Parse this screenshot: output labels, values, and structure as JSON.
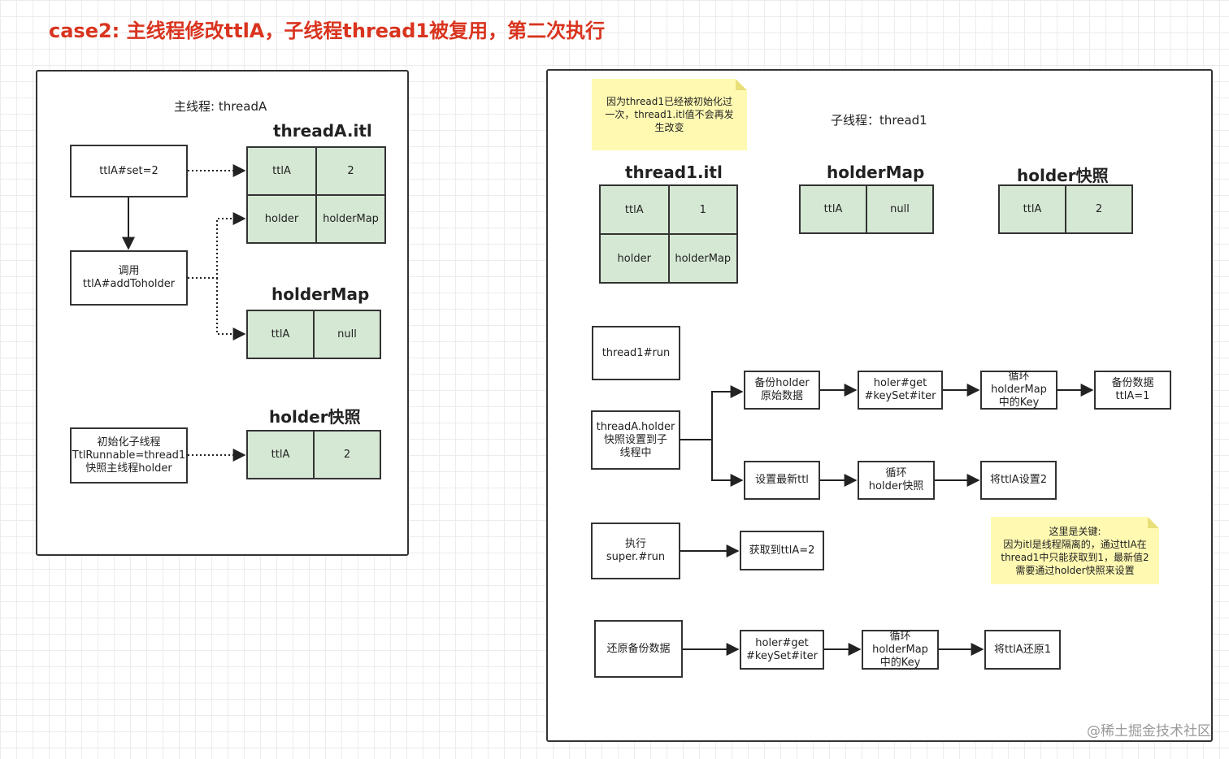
{
  "title": "case2: 主线程修改ttlA，子线程thread1被复用，第二次执行",
  "left": {
    "panel_label": "主线程: threadA",
    "itl": {
      "title": "threadA.itl",
      "cells": [
        "ttlA",
        "2",
        "holder",
        "holderMap"
      ]
    },
    "holder_map": {
      "title": "holderMap",
      "cells": [
        "ttlA",
        "null"
      ]
    },
    "snapshot": {
      "title": "holder快照",
      "cells": [
        "ttlA",
        "2"
      ]
    },
    "boxes": {
      "set": "ttlA#set=2",
      "add_to_holder": "调用\nttlA#addToholder",
      "init_child": "初始化子线程\nTtlRunnable=thread1\n快照主线程holder"
    }
  },
  "right": {
    "panel_label": "子线程：thread1",
    "note_top": "因为thread1已经被初始化过\n一次，thread1.itl值不会再发\n生改变",
    "itl": {
      "title": "thread1.itl",
      "cells": [
        "ttlA",
        "1",
        "holder",
        "holderMap"
      ]
    },
    "holder_map": {
      "title": "holderMap",
      "cells": [
        "ttlA",
        "null"
      ]
    },
    "snapshot": {
      "title": "holder快照",
      "cells": [
        "ttlA",
        "2"
      ]
    },
    "boxes": {
      "run": "thread1#run",
      "set_snapshot": "threadA.holder\n快照设置到子\n线程中",
      "backup_holder": "备份holder\n原始数据",
      "holer_get_1": "holer#get\n#keySet#iter",
      "loop_map_1": "循环\nholderMap\n中的Key",
      "backup_data": "备份数据\nttlA=1",
      "set_latest": "设置最新ttl",
      "loop_snapshot": "循环\nholder快照",
      "set_ttl2": "将ttlA设置2",
      "exec": "执行\nsuper.#run",
      "got_ttl2": "获取到ttlA=2",
      "restore": "还原备份数据",
      "holer_get_2": "holer#get\n#keySet#iter",
      "loop_map_2": "循环\nholderMap\n中的Key",
      "restore_ttl1": "将ttlA还原1"
    },
    "note_key": "这里是关键:\n因为itl是线程隔离的，通过ttlA在\nthread1中只能获取到1，最新值2\n需要通过holder快照来设置"
  },
  "watermark": "@稀土掘金技术社区"
}
